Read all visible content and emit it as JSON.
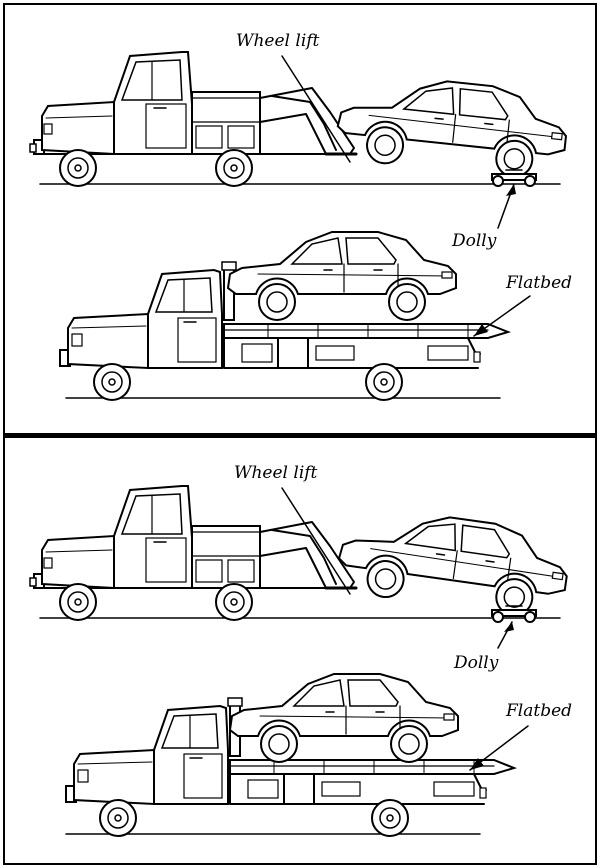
{
  "panels": [
    {
      "labels": {
        "wheel_lift": "Wheel lift",
        "dolly": "Dolly",
        "flatbed": "Flatbed"
      }
    },
    {
      "labels": {
        "wheel_lift": "Wheel lift",
        "dolly": "Dolly",
        "flatbed": "Flatbed"
      }
    }
  ]
}
